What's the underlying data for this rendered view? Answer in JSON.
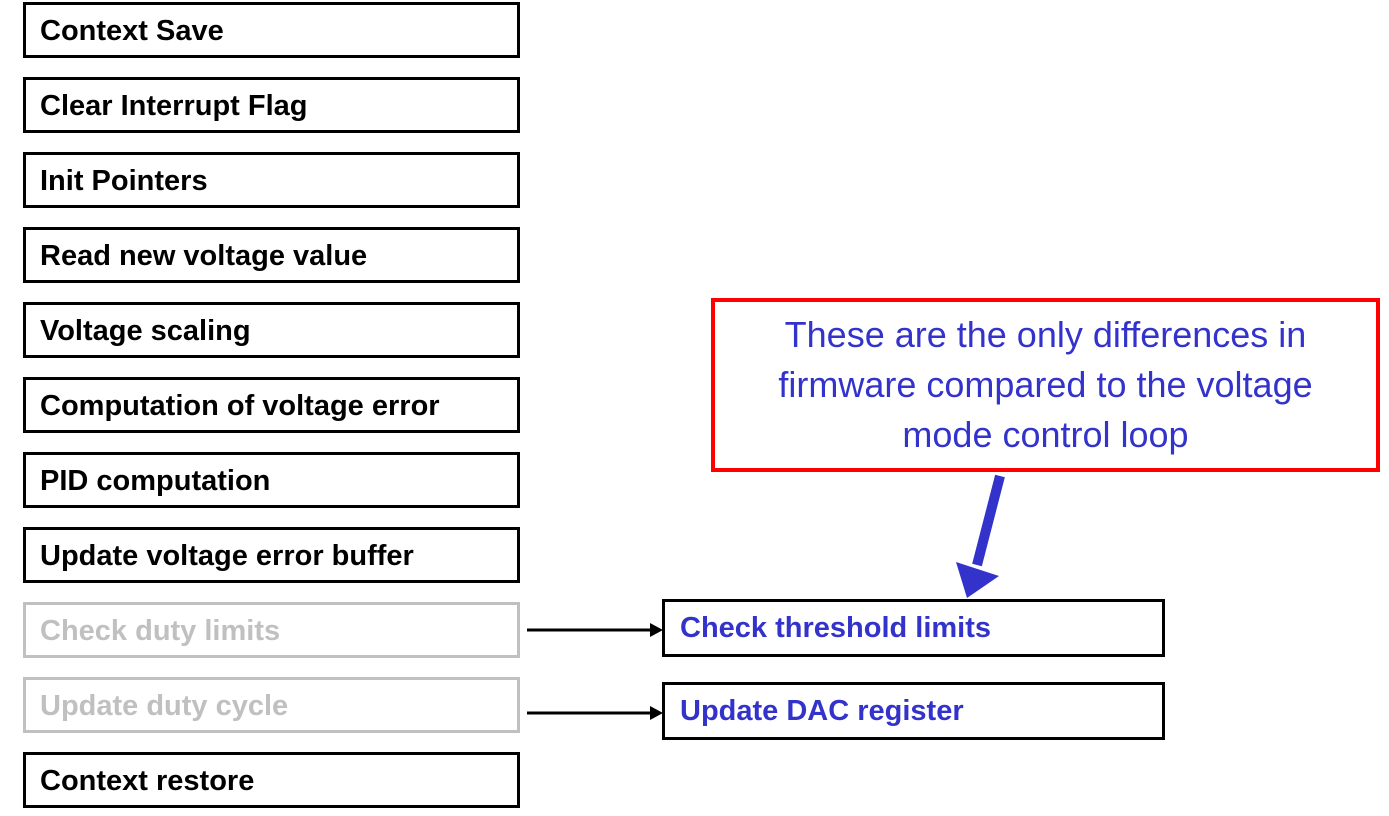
{
  "flow_steps": [
    {
      "label": "Context Save",
      "state": "active"
    },
    {
      "label": "Clear Interrupt Flag",
      "state": "active"
    },
    {
      "label": "Init Pointers",
      "state": "active"
    },
    {
      "label": "Read new voltage value",
      "state": "active"
    },
    {
      "label": "Voltage scaling",
      "state": "active"
    },
    {
      "label": "Computation of voltage error",
      "state": "active"
    },
    {
      "label": "PID computation",
      "state": "active"
    },
    {
      "label": "Update voltage error buffer",
      "state": "active"
    },
    {
      "label": "Check duty limits",
      "state": "replaced"
    },
    {
      "label": "Update duty cycle",
      "state": "replaced"
    },
    {
      "label": "Context restore",
      "state": "active"
    }
  ],
  "replacement_steps": [
    {
      "label": "Check threshold limits",
      "replaces": "Check duty limits"
    },
    {
      "label": "Update DAC register",
      "replaces": "Update duty cycle"
    }
  ],
  "callout": {
    "lines": [
      "These are the only differences in",
      "firmware compared to the voltage",
      "mode control loop"
    ]
  },
  "colors": {
    "text": "#000000",
    "dimmed": "#c0c0c0",
    "highlight_text": "#3333cc",
    "callout_border": "#ff0000",
    "callout_arrow": "#3333cc"
  }
}
